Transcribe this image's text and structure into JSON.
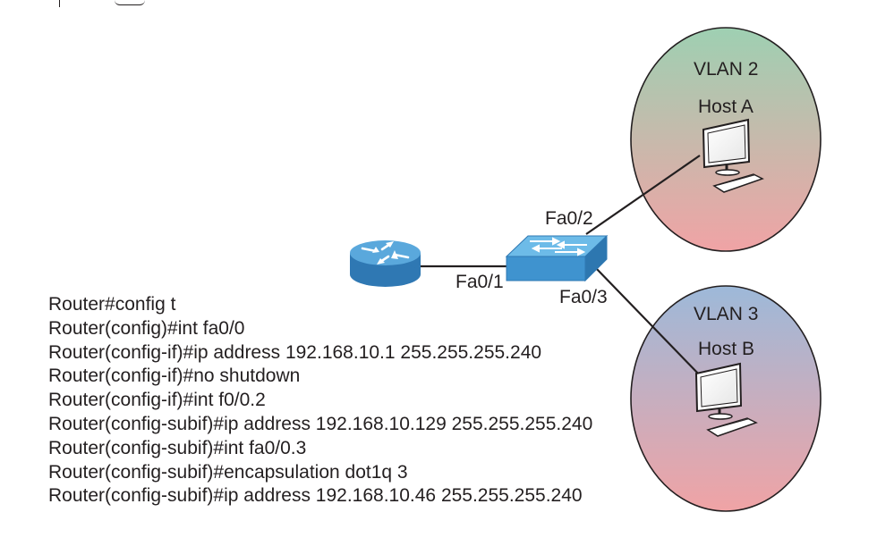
{
  "vlans": [
    {
      "name": "VLAN 2",
      "host": "Host A"
    },
    {
      "name": "VLAN 3",
      "host": "Host B"
    }
  ],
  "ports": {
    "router_link": "Fa0/1",
    "host_a_link": "Fa0/2",
    "host_b_link": "Fa0/3"
  },
  "config_lines": [
    "Router#config t",
    "Router(config)#int fa0/0",
    "Router(config-if)#ip address 192.168.10.1 255.255.255.240",
    "Router(config-if)#no shutdown",
    "Router(config-if)#int f0/0.2",
    "Router(config-subif)#ip address 192.168.10.129 255.255.255.240",
    "Router(config-subif)#int fa0/0.3",
    "Router(config-subif)#encapsulation dot1q 3",
    "Router(config-subif)#ip address 192.168.10.46 255.255.255.240"
  ],
  "colors": {
    "router": "#3f8fc9",
    "switch": "#4aa3d9",
    "vlan2_top": "#9ed0b2",
    "vlan2_bottom": "#f0a3a5",
    "vlan3_top": "#9db9d9",
    "vlan3_bottom": "#f0a3a5"
  }
}
